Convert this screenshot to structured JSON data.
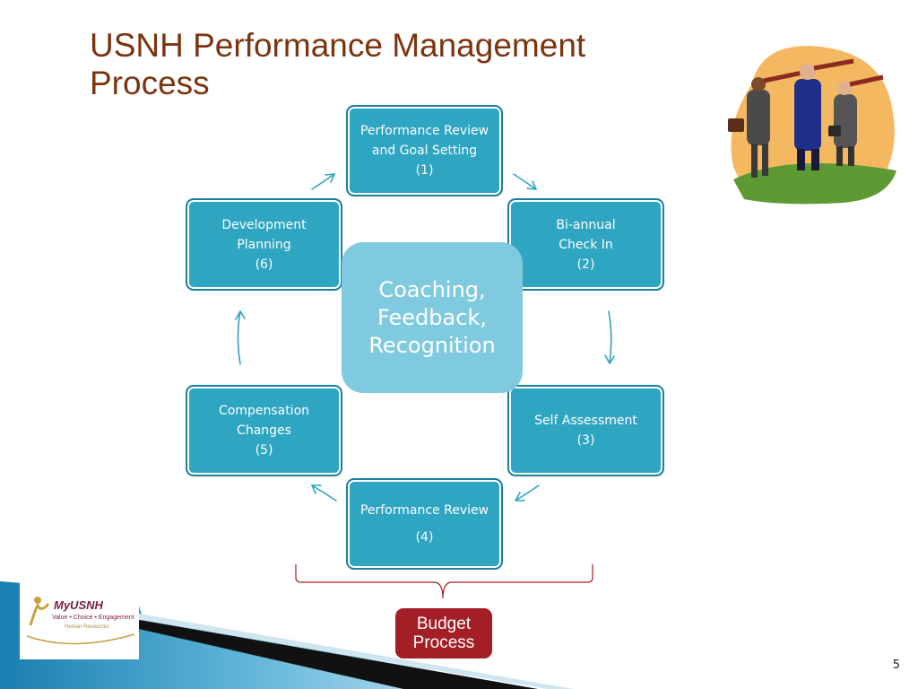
{
  "title": {
    "line1": "USNH Performance Management",
    "line2": "Process"
  },
  "center": {
    "line1": "Coaching,",
    "line2": "Feedback,",
    "line3": "Recognition"
  },
  "steps": [
    {
      "line1": "Performance Review",
      "line2": "and Goal Setting",
      "line3": "(1)"
    },
    {
      "line1": "Bi-annual",
      "line2": "Check In",
      "line3": "(2)"
    },
    {
      "line1": "Self Assessment",
      "line2": "(3)"
    },
    {
      "line1": "Performance Review",
      "line2": "(4)"
    },
    {
      "line1": "Compensation",
      "line2": "Changes",
      "line3": "(5)"
    },
    {
      "line1": "Development",
      "line2": "Planning",
      "line3": "(6)"
    }
  ],
  "budget": {
    "line1": "Budget",
    "line2": "Process"
  },
  "logo": {
    "name": "MyUSNH",
    "tagline": "Value • Choice • Engagement",
    "dept": "Human Resources"
  },
  "page_number": "5",
  "colors": {
    "title": "#7a3510",
    "box": "#2ea5c1",
    "center": "#7fcade",
    "budget": "#a31f25",
    "arrow": "#2ea5c1"
  }
}
